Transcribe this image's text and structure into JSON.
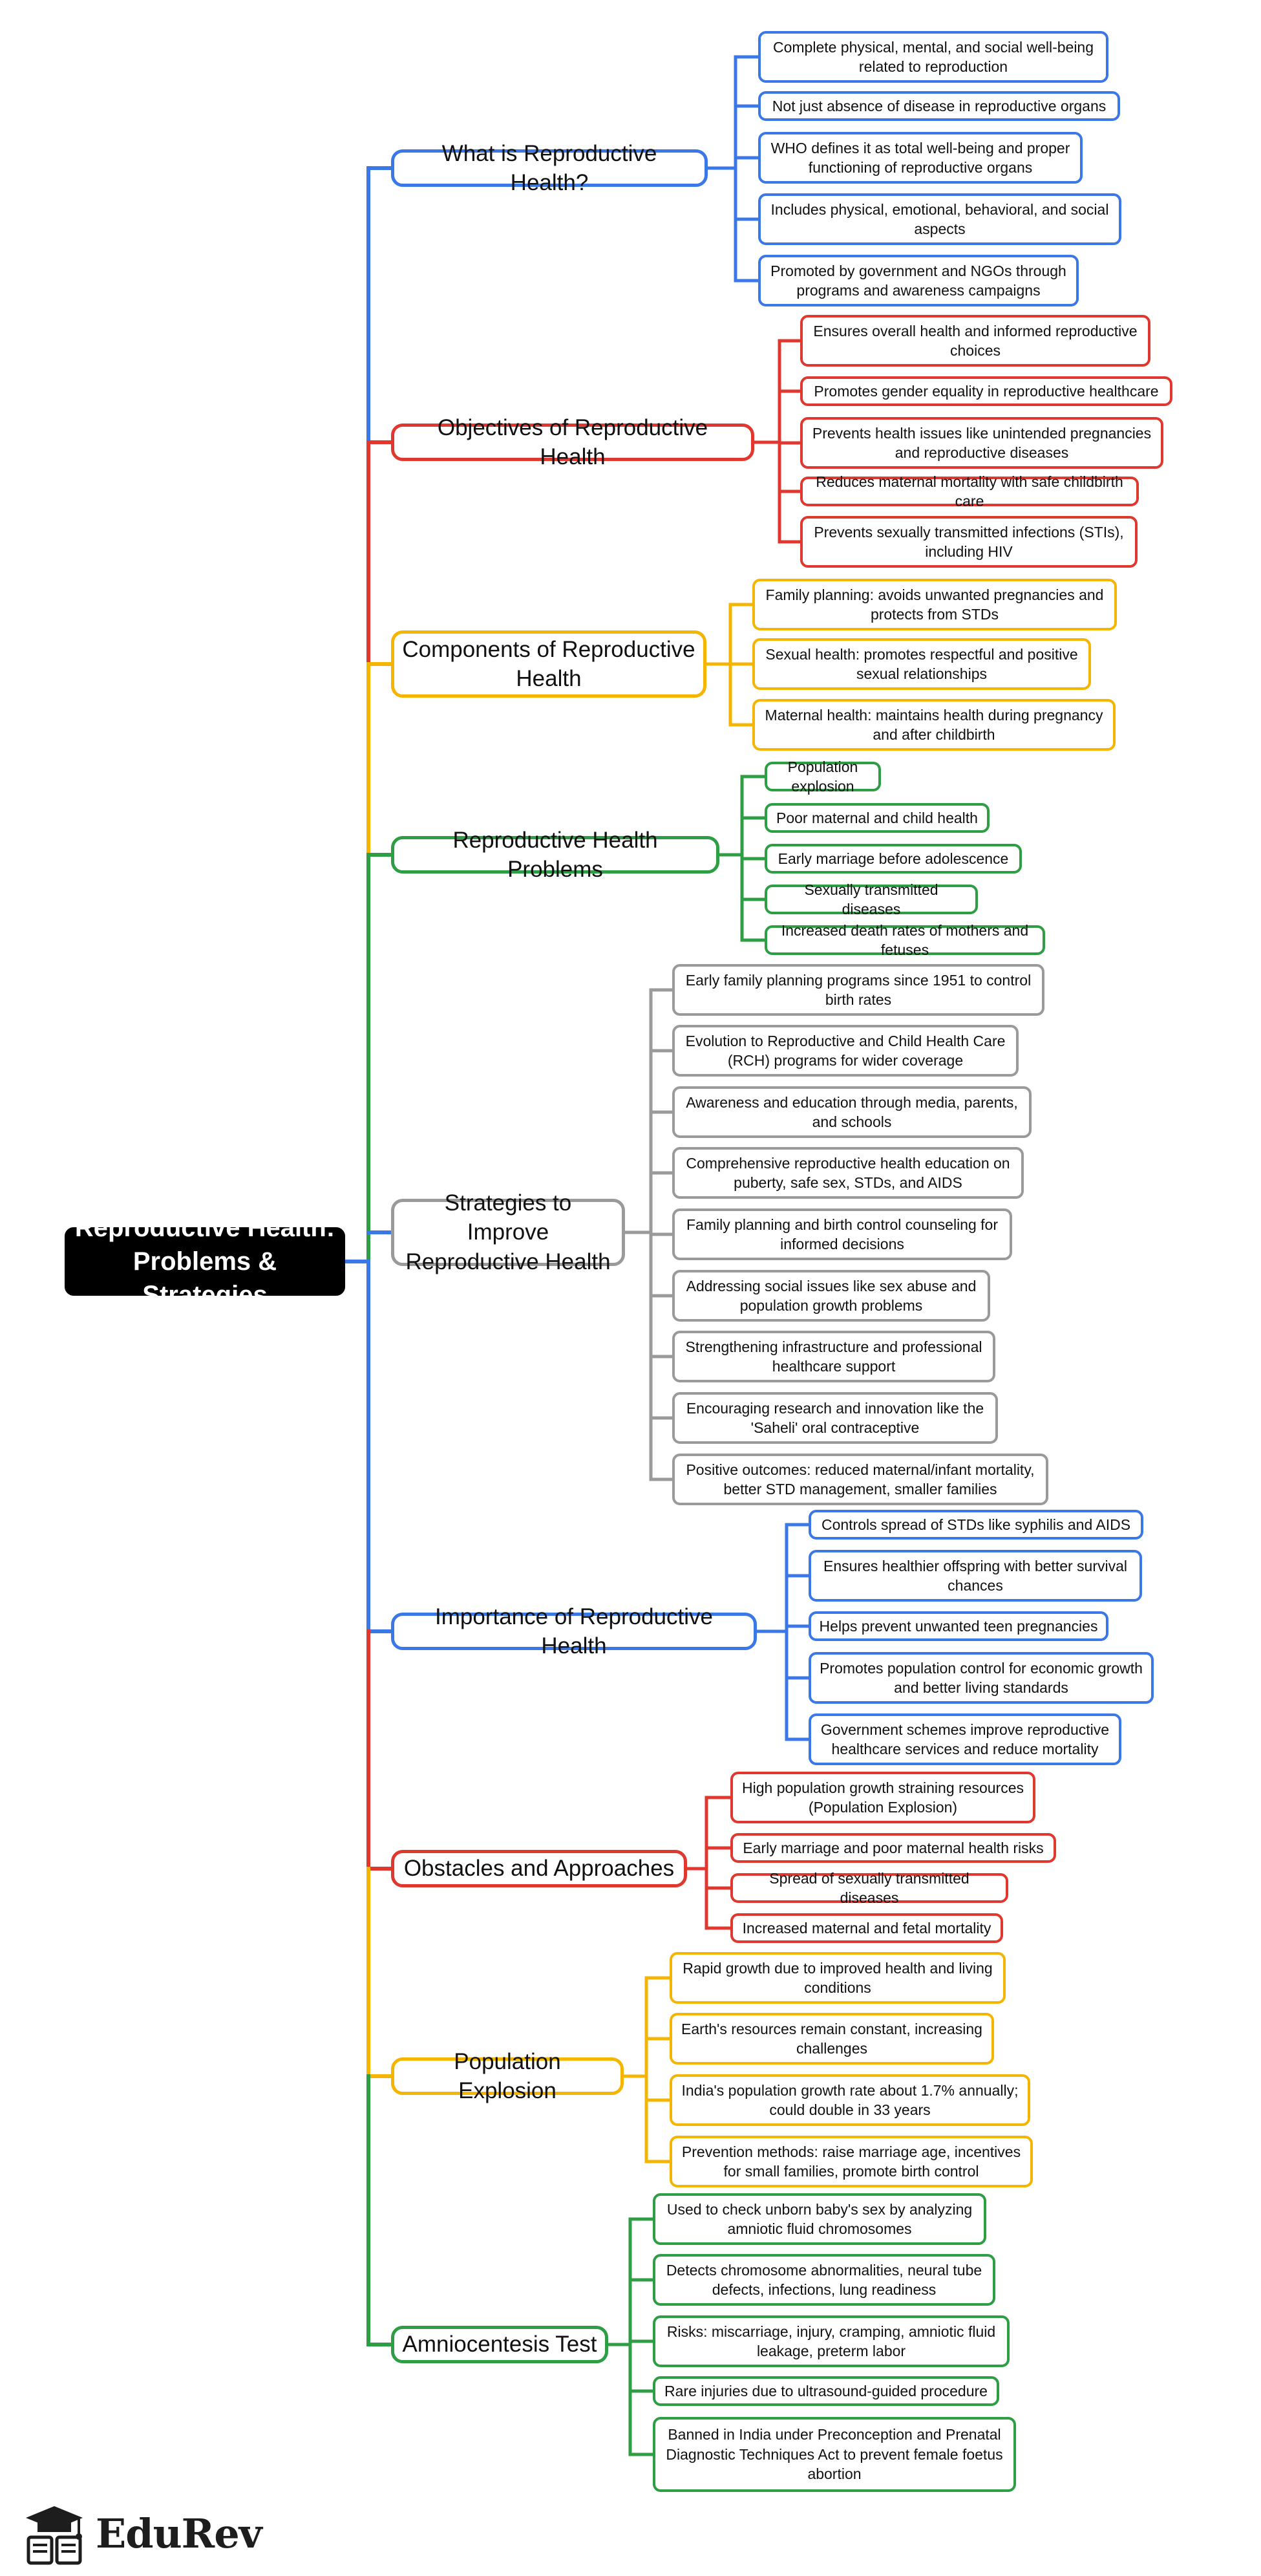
{
  "root": {
    "label": "Reproductive Health: Problems & Strategies"
  },
  "colors": {
    "blue": "#3b78e7",
    "red": "#e0382f",
    "yellow": "#f5b400",
    "green": "#2e9e45",
    "gray": "#9a9a9a"
  },
  "branches": [
    {
      "label": "What is Reproductive Health?",
      "color": "blue",
      "children": [
        "Complete physical, mental, and social well-being related to reproduction",
        "Not just absence of disease in reproductive organs",
        "WHO defines it as total well-being and proper functioning of reproductive organs",
        "Includes physical, emotional, behavioral, and social aspects",
        "Promoted by government and NGOs through programs and awareness campaigns"
      ]
    },
    {
      "label": "Objectives of Reproductive Health",
      "color": "red",
      "children": [
        "Ensures overall health and informed reproductive choices",
        "Promotes gender equality in reproductive healthcare",
        "Prevents health issues like unintended pregnancies and reproductive diseases",
        "Reduces maternal mortality with safe childbirth care",
        "Prevents sexually transmitted infections (STIs), including HIV"
      ]
    },
    {
      "label": "Components of Reproductive Health",
      "color": "yellow",
      "children": [
        "Family planning: avoids unwanted pregnancies and protects from STDs",
        "Sexual health: promotes respectful and positive sexual relationships",
        "Maternal health: maintains health during pregnancy and after childbirth"
      ]
    },
    {
      "label": "Reproductive Health Problems",
      "color": "green",
      "children": [
        "Population explosion",
        "Poor maternal and child health",
        "Early marriage before adolescence",
        "Sexually transmitted diseases",
        "Increased death rates of mothers and fetuses"
      ]
    },
    {
      "label": "Strategies to Improve Reproductive Health",
      "color": "gray",
      "children": [
        "Early family planning programs since 1951 to control birth rates",
        "Evolution to Reproductive and Child Health Care (RCH) programs for wider coverage",
        "Awareness and education through media, parents, and schools",
        "Comprehensive reproductive health education on puberty, safe sex, STDs, and AIDS",
        "Family planning and birth control counseling for informed decisions",
        "Addressing social issues like sex abuse and population growth problems",
        "Strengthening infrastructure and professional healthcare support",
        "Encouraging research and innovation like the 'Saheli' oral contraceptive",
        "Positive outcomes: reduced maternal/infant mortality, better STD management, smaller families"
      ]
    },
    {
      "label": "Importance of Reproductive Health",
      "color": "blue",
      "children": [
        "Controls spread of STDs like syphilis and AIDS",
        "Ensures healthier offspring with better survival chances",
        "Helps prevent unwanted teen pregnancies",
        "Promotes population control for economic growth and better living standards",
        "Government schemes improve reproductive healthcare services and reduce mortality"
      ]
    },
    {
      "label": "Obstacles and Approaches",
      "color": "red",
      "children": [
        "High population growth straining resources (Population Explosion)",
        "Early marriage and poor maternal health risks",
        "Spread of sexually transmitted diseases",
        "Increased maternal and fetal mortality"
      ]
    },
    {
      "label": "Population Explosion",
      "color": "yellow",
      "children": [
        "Rapid growth due to improved health and living conditions",
        "Earth's resources remain constant, increasing challenges",
        "India's population growth rate about 1.7% annually; could double in 33 years",
        "Prevention methods: raise marriage age, incentives for small families, promote birth control"
      ]
    },
    {
      "label": "Amniocentesis Test",
      "color": "green",
      "children": [
        "Used to check unborn baby's sex by analyzing amniotic fluid chromosomes",
        "Detects chromosome abnormalities, neural tube defects, infections, lung readiness",
        "Risks: miscarriage, injury, cramping, amniotic fluid leakage, preterm labor",
        "Rare injuries due to ultrasound-guided procedure",
        "Banned in India under Preconception and Prenatal Diagnostic Techniques Act to prevent female foetus abortion"
      ]
    }
  ],
  "logo": {
    "text": "EduRev",
    "icon": "graduation-cap-book-icon"
  }
}
